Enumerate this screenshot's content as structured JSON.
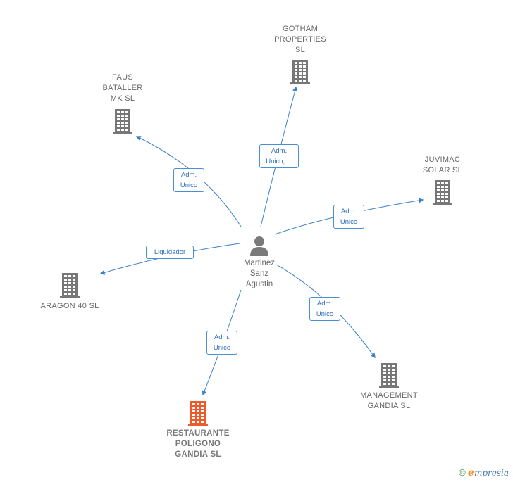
{
  "center": {
    "label_lines": [
      "Martinez",
      "Sanz",
      "Agustin"
    ],
    "icon": "person-icon"
  },
  "companies": [
    {
      "id": "gotham",
      "label_lines": [
        "GOTHAM",
        "PROPERTIES",
        "SL"
      ],
      "icon": "building-icon",
      "color": "#777777"
    },
    {
      "id": "faus",
      "label_lines": [
        "FAUS",
        "BATALLER",
        "MK SL"
      ],
      "icon": "building-icon",
      "color": "#777777"
    },
    {
      "id": "juvimac",
      "label_lines": [
        "JUVIMAC",
        "SOLAR SL"
      ],
      "icon": "building-icon",
      "color": "#777777"
    },
    {
      "id": "aragon",
      "label_lines": [
        "ARAGON 40  SL"
      ],
      "icon": "building-icon",
      "color": "#777777"
    },
    {
      "id": "management",
      "label_lines": [
        "MANAGEMENT",
        "GANDIA  SL"
      ],
      "icon": "building-icon",
      "color": "#777777"
    },
    {
      "id": "restaurante",
      "label_lines": [
        "RESTAURANTE",
        "POLIGONO",
        "GANDIA  SL"
      ],
      "icon": "building-icon",
      "color": "#f05a28"
    }
  ],
  "relations": [
    {
      "to": "gotham",
      "label_lines": [
        "Adm.",
        "Unico,...."
      ]
    },
    {
      "to": "faus",
      "label_lines": [
        "Adm.",
        "Unico"
      ]
    },
    {
      "to": "juvimac",
      "label_lines": [
        "Adm.",
        "Unico"
      ]
    },
    {
      "to": "aragon",
      "label_lines": [
        "Liquidador"
      ]
    },
    {
      "to": "management",
      "label_lines": [
        "Adm.",
        "Unico"
      ]
    },
    {
      "to": "restaurante",
      "label_lines": [
        "Adm.",
        "Unico"
      ]
    }
  ],
  "colors": {
    "edge": "#3a7fcc",
    "node_gray": "#777777",
    "node_highlight": "#f05a28"
  },
  "brand": {
    "copyright": "©",
    "e_letter": "e",
    "rest": "mpresia"
  }
}
